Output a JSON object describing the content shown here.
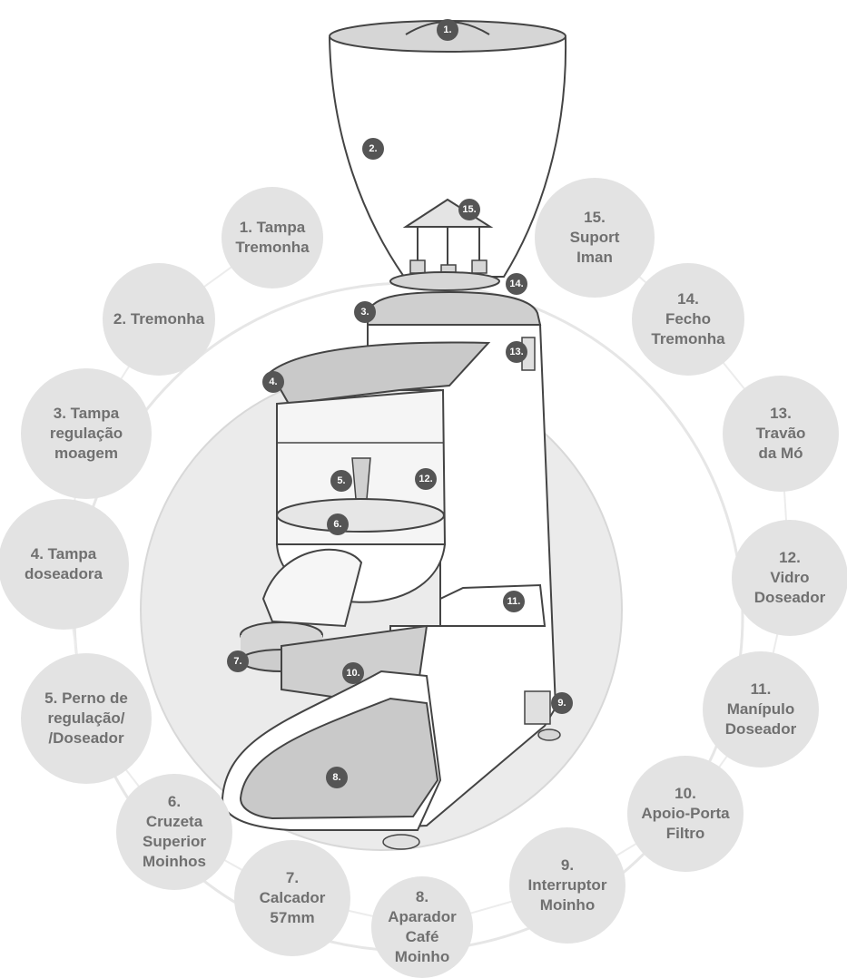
{
  "diagram": {
    "colors": {
      "bubble_fill": "#e3e3e3",
      "bubble_text": "#707070",
      "marker_fill": "#555555",
      "marker_text": "#ffffff",
      "line": "#444444",
      "ring": "#dcdcdc",
      "machine_fill": "#ffffff",
      "part_fill": "#d6d6d6"
    },
    "parts": [
      {
        "num": "1.",
        "label": "1. Tampa\nTremonha"
      },
      {
        "num": "2.",
        "label": "2. Tremonha"
      },
      {
        "num": "3.",
        "label": "3. Tampa\nregulação\nmoagem"
      },
      {
        "num": "4.",
        "label": "4. Tampa\ndoseadora"
      },
      {
        "num": "5.",
        "label": "5. Perno de\nregulação/\n/Doseador"
      },
      {
        "num": "6.",
        "label": "6.\nCruzeta\nSuperior\nMoinhos"
      },
      {
        "num": "7.",
        "label": "7.\nCalcador\n57mm"
      },
      {
        "num": "8.",
        "label": "8.\nAparador\nCafé\nMoinho"
      },
      {
        "num": "9.",
        "label": "9.\nInterruptor\nMoinho"
      },
      {
        "num": "10.",
        "label": "10.\nApoio-Porta\nFiltro"
      },
      {
        "num": "11.",
        "label": "11.\nManípulo\nDoseador"
      },
      {
        "num": "12.",
        "label": "12.\nVidro\nDoseador"
      },
      {
        "num": "13.",
        "label": "13.\nTravão\nda Mó"
      },
      {
        "num": "14.",
        "label": "14.\nFecho\nTremonha"
      },
      {
        "num": "15.",
        "label": "15.\nSuport\nIman"
      }
    ]
  }
}
